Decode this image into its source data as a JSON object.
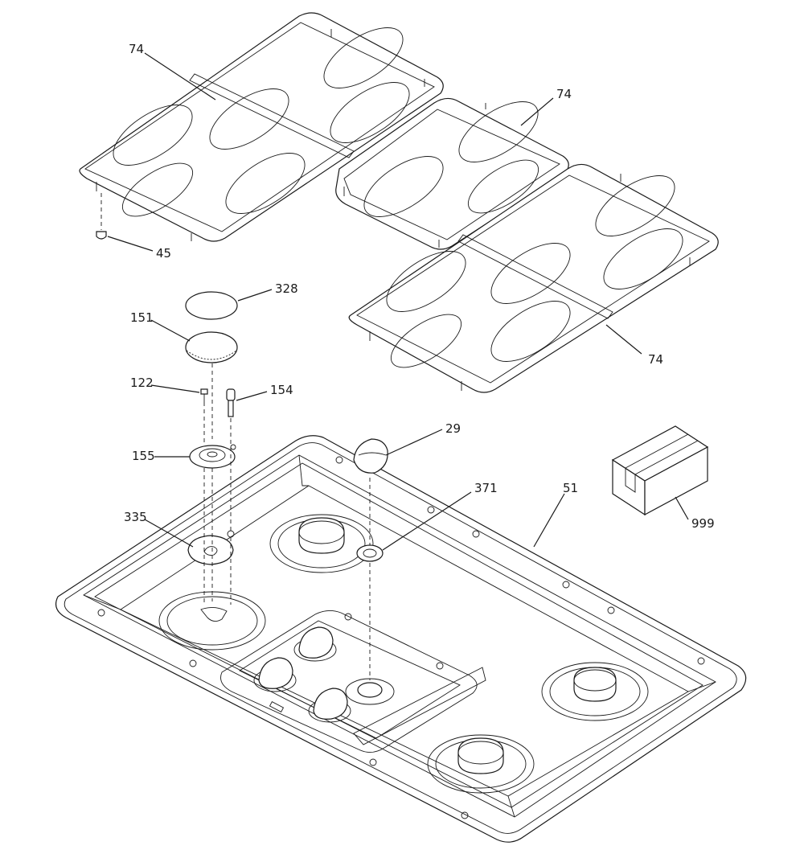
{
  "callouts": {
    "grate_top_left": "74",
    "grate_middle": "74",
    "grate_right": "74",
    "grate_foot_screw": "45",
    "burner_cap": "328",
    "burner_head": "151",
    "screw_small": "122",
    "electrode": "154",
    "burner_base": "155",
    "burner_plate": "335",
    "control_knob": "29",
    "knob_bezel": "371",
    "cooktop_main_top": "51",
    "literature_box": "999"
  },
  "icons": {
    "grate": "grate-icon",
    "knob": "knob-icon",
    "box": "box-icon"
  },
  "colors": {
    "line": "#1a1a1a",
    "background": "#ffffff"
  }
}
